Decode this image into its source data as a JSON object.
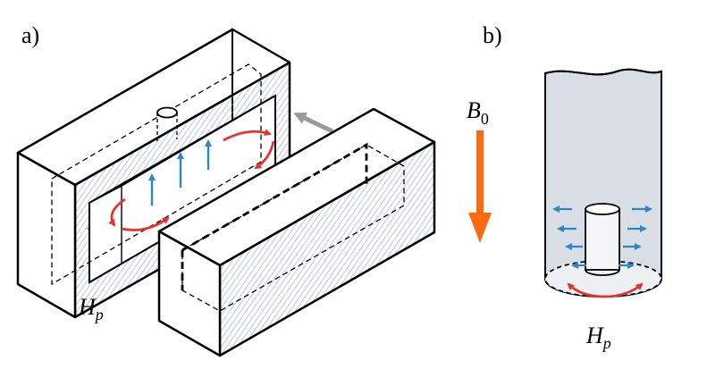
{
  "panel_a": {
    "label": "a)",
    "hp_symbol": "H",
    "hp_subscript": "p"
  },
  "panel_b": {
    "label": "b)",
    "hp_symbol": "H",
    "hp_subscript": "p"
  },
  "field": {
    "symbol": "B",
    "subscript": "0"
  },
  "colors": {
    "field_arrow": "#ff6a10",
    "rf_arrows": "#e8322e",
    "flow_arrows": "#2e86c8",
    "hatch": "#9aa7c7",
    "tube_fill": "#d9dee5",
    "gray_arrows": "#9a9a9a"
  }
}
